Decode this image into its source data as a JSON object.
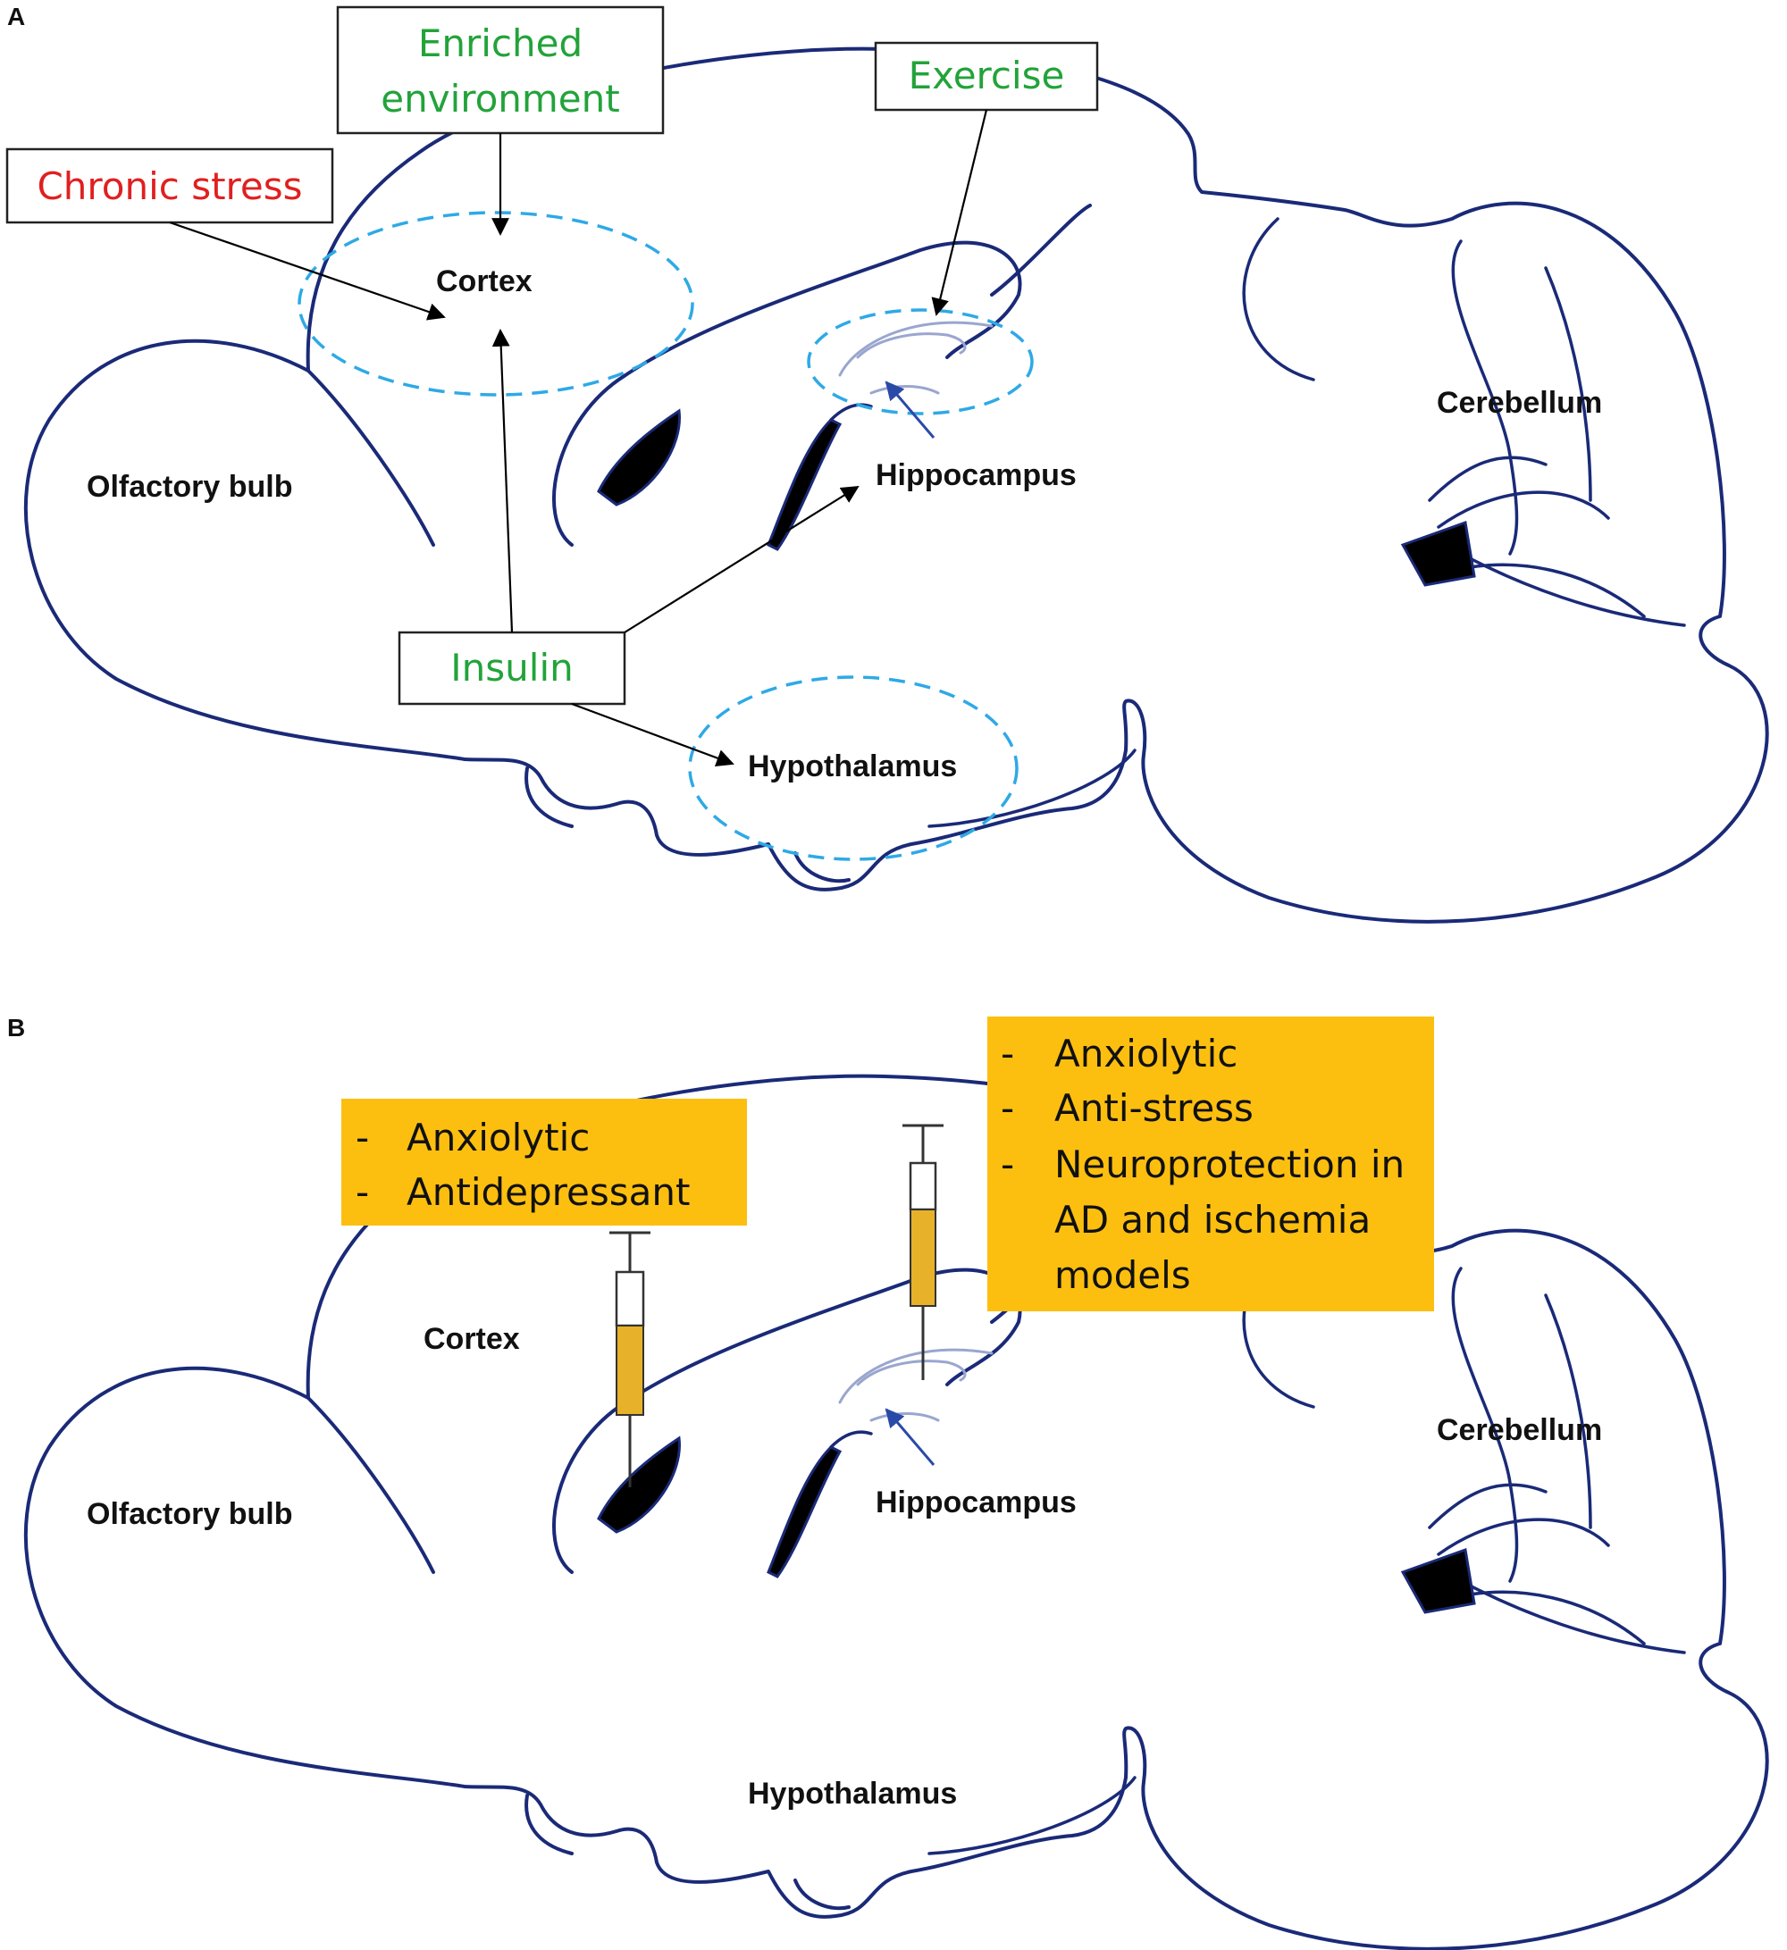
{
  "panels": [
    {
      "letter": "A",
      "regions": {
        "cortex": "Cortex",
        "hippocampus": "Hippocampus",
        "olfactory_bulb": "Olfactory bulb",
        "cerebellum": "Cerebellum",
        "hypothalamus": "Hypothalamus"
      },
      "factors": [
        {
          "id": "chronic-stress",
          "lines": [
            "Chronic stress"
          ],
          "color": "#e02020"
        },
        {
          "id": "enriched-environment",
          "lines": [
            "Enriched",
            "environment"
          ],
          "color": "#22a33a"
        },
        {
          "id": "exercise",
          "lines": [
            "Exercise"
          ],
          "color": "#22a33a"
        },
        {
          "id": "insulin",
          "lines": [
            "Insulin"
          ],
          "color": "#22a33a"
        }
      ]
    },
    {
      "letter": "B",
      "regions": {
        "cortex": "Cortex",
        "hippocampus": "Hippocampus",
        "olfactory_bulb": "Olfactory bulb",
        "cerebellum": "Cerebellum",
        "hypothalamus": "Hypothalamus"
      },
      "effect_boxes": [
        {
          "id": "left",
          "items": [
            [
              "Anxiolytic"
            ],
            [
              "Antidepressant"
            ]
          ]
        },
        {
          "id": "right",
          "items": [
            [
              "Anxiolytic"
            ],
            [
              "Anti-stress"
            ],
            [
              "Neuroprotection in",
              "AD and ischemia",
              "models"
            ]
          ]
        }
      ],
      "box_color": "#fdbf0f",
      "bullet": "-"
    }
  ],
  "colors": {
    "outline": "#1a2a78",
    "dashed": "#2ea9e6",
    "stress": "#e02020",
    "positive": "#22a33a"
  }
}
